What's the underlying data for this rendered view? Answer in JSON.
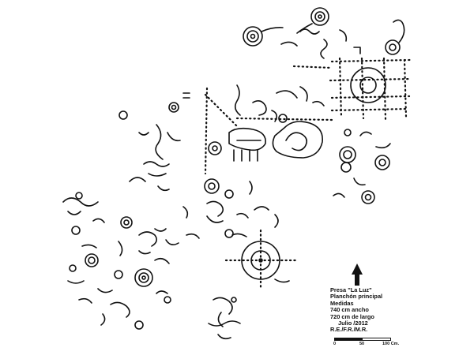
{
  "legend": {
    "line1": "Presa \"La Luz\"",
    "line2": "Planchón principal",
    "line3": "Medidas",
    "line4": "740 cm ancho",
    "line5": "720 cm de largo",
    "line6": "Julio /2012",
    "line7": "R.E./F.R./M.R."
  },
  "scale": {
    "tick0": "0",
    "tick1": "50",
    "tick2": "100 Cm."
  },
  "icons": {
    "north_arrow": "north-arrow-icon"
  }
}
